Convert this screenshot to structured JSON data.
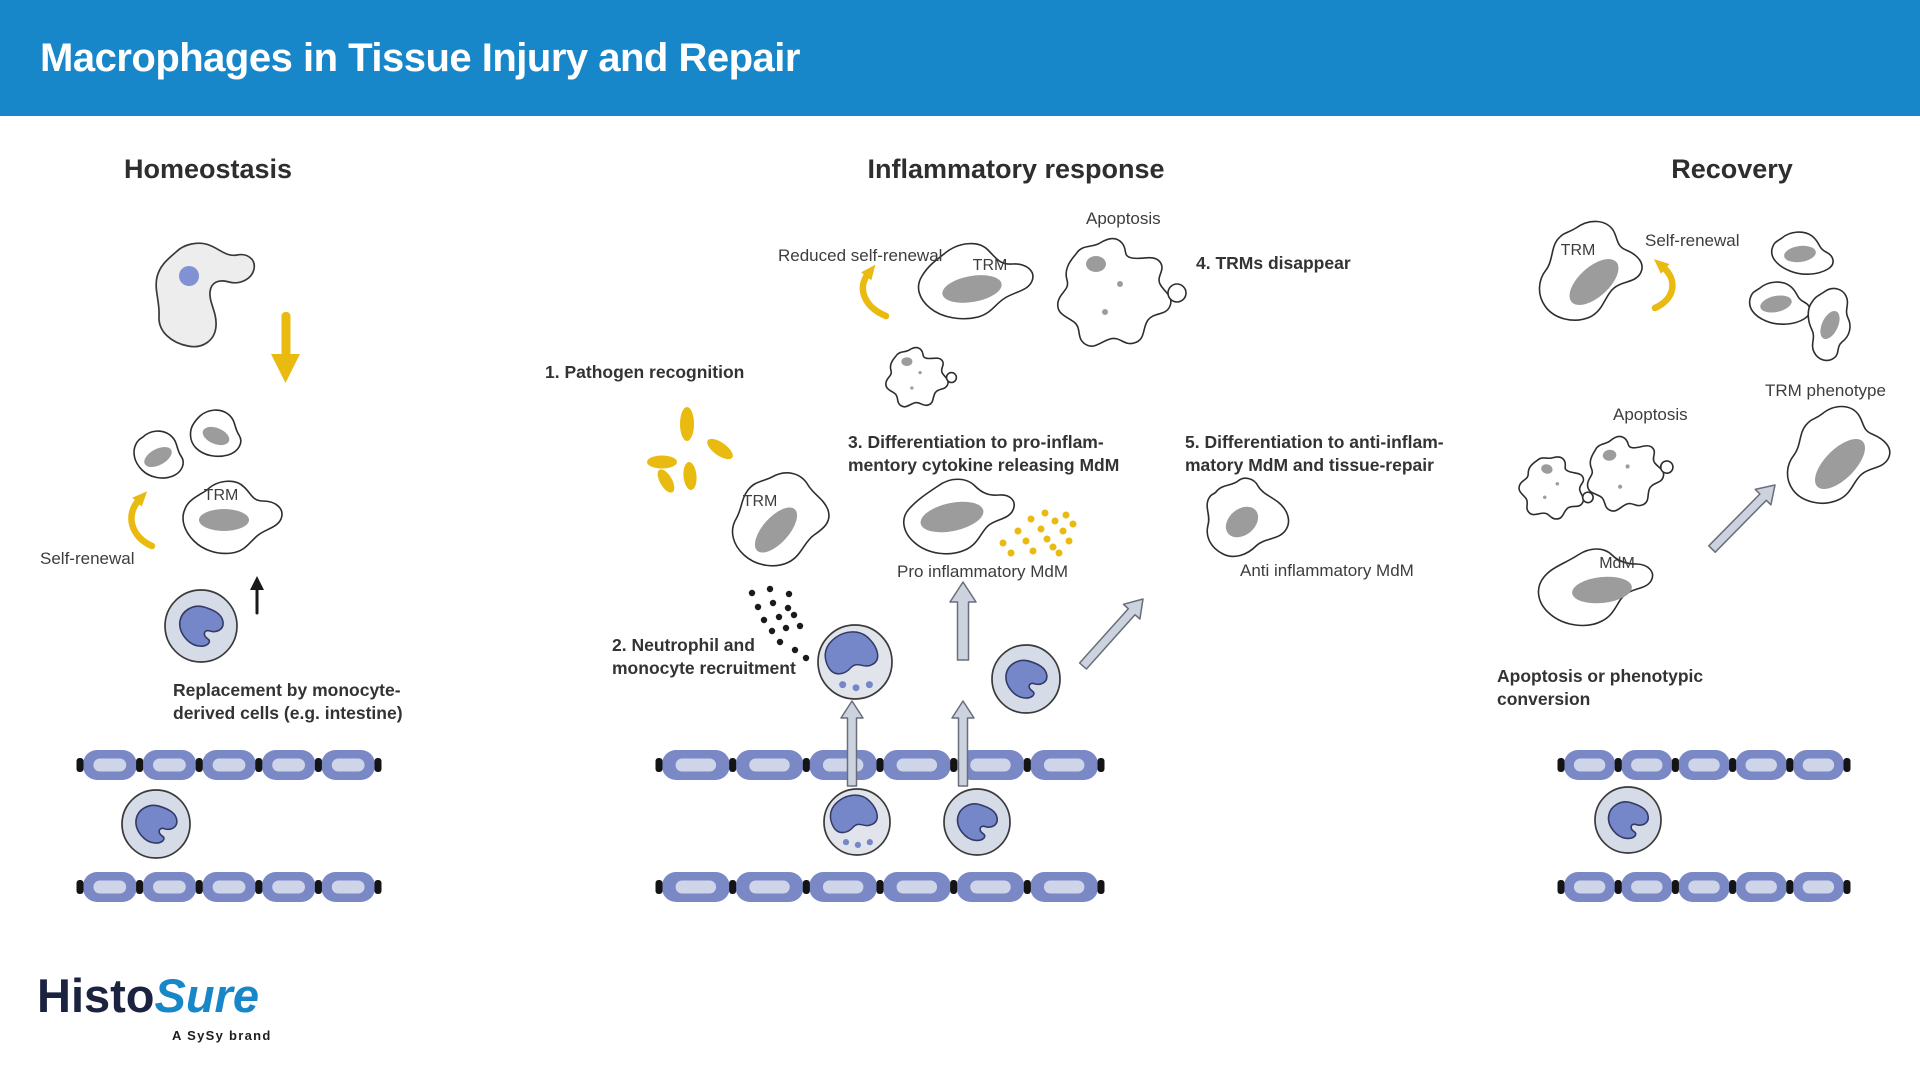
{
  "header": {
    "title": "Macrophages in Tissue Injury and Repair"
  },
  "sections": {
    "homeostasis": {
      "title": "Homeostasis",
      "labels": {
        "trm": "TRM",
        "self_renewal": "Self-renewal",
        "replacement_line1": "Replacement by monocyte-",
        "replacement_line2": "derived cells (e.g. intestine)"
      }
    },
    "inflammatory": {
      "title": "Inflammatory response",
      "labels": {
        "step1": "1. Pathogen recognition",
        "step2_line1": "2. Neutrophil and",
        "step2_line2": "monocyte recruitment",
        "step3_line1": "3. Differentiation to pro-inflam-",
        "step3_line2": "mentory cytokine releasing MdM",
        "step4": "4. TRMs disappear",
        "step5_line1": "5. Differentiation to anti-inflam-",
        "step5_line2": "matory MdM and tissue-repair",
        "reduced_self_renewal": "Reduced self-renewal",
        "apoptosis": "Apoptosis",
        "trm_top": "TRM",
        "trm_mid": "TRM",
        "pro_mdm": "Pro inflammatory MdM",
        "anti_mdm": "Anti inflammatory MdM"
      }
    },
    "recovery": {
      "title": "Recovery",
      "labels": {
        "trm": "TRM",
        "self_renewal": "Self-renewal",
        "trm_phenotype": "TRM phenotype",
        "apoptosis": "Apoptosis",
        "mdm": "MdM",
        "conversion_line1": "Apoptosis or phenotypic",
        "conversion_line2": "conversion"
      }
    }
  },
  "logo": {
    "part1": "Histo",
    "part2": "Sure",
    "tagline": "A SySy brand"
  },
  "colors": {
    "brand_blue": "#1787c9",
    "accent_yellow": "#e9ba10",
    "tissue_purple": "#7b88c6",
    "tissue_inner": "#cfd5e9",
    "monocyte_fill": "#d5dbe7",
    "neutrophil_fill": "#e1e4ea",
    "cell_blue": "#7687c9",
    "nucleus_gray": "#9c9c9c",
    "outline_dark": "#2e2e2e",
    "arrow_gray": "#ccd3df"
  }
}
